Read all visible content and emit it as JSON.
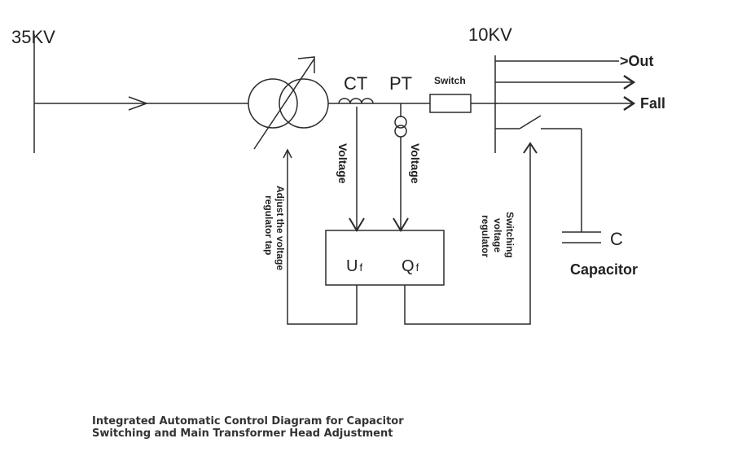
{
  "voltage_35": "35KV",
  "voltage_10": "10KV",
  "ct": "CT",
  "pt": "PT",
  "switch": "Switch",
  "out": ">Out",
  "fall": "Fall",
  "voltage_ct": "Voltage",
  "voltage_pt": "Voltage",
  "adjust_line1": "Adjust the voltage",
  "adjust_line2": "regulator tap",
  "switching_line1": "Switching",
  "switching_line2": "voltage",
  "switching_line3": "regulator",
  "uf": "U",
  "qf": "Q",
  "sub_f": "f",
  "cap_symbol": "C",
  "capacitor": "Capacitor",
  "caption_line1": "Integrated Automatic Control Diagram for Capacitor",
  "caption_line2": "Switching and Main Transformer Head Adjustment"
}
